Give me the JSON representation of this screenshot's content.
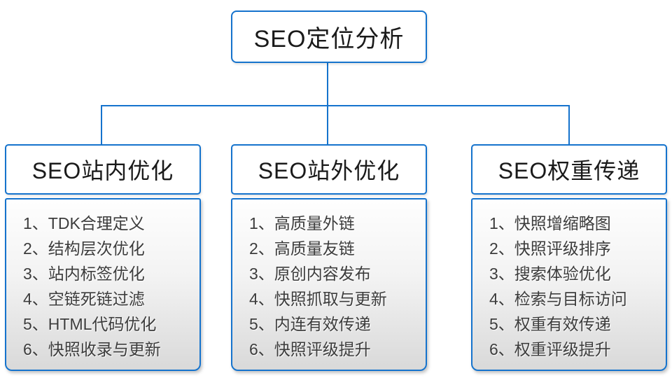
{
  "diagram": {
    "accent_color": "#1573cd",
    "root": {
      "label": "SEO定位分析"
    },
    "branches": [
      {
        "label": "SEO站内优化",
        "items": [
          "1、TDK合理定义",
          "2、结构层次优化",
          "3、站内标签优化",
          "4、空链死链过滤",
          "5、HTML代码优化",
          "6、快照收录与更新"
        ]
      },
      {
        "label": "SEO站外优化",
        "items": [
          "1、高质量外链",
          "2、高质量友链",
          "3、原创内容发布",
          "4、快照抓取与更新",
          "5、内连有效传递",
          "6、快照评级提升"
        ]
      },
      {
        "label": "SEO权重传递",
        "items": [
          "1、快照增缩略图",
          "2、快照评级排序",
          "3、搜索体验优化",
          "4、检索与目标访问",
          "5、权重有效传递",
          "6、权重评级提升"
        ]
      }
    ]
  }
}
